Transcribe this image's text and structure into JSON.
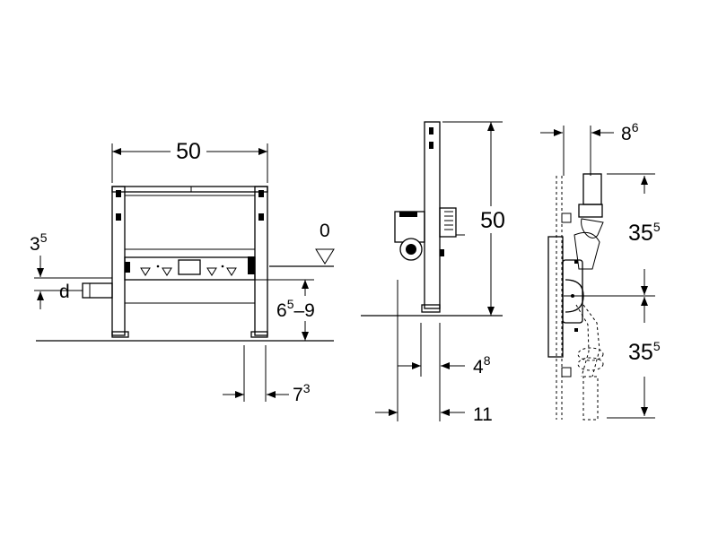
{
  "front_view": {
    "width_main": "50",
    "height_offset_main": "3",
    "height_offset_sup": "5",
    "diameter_label": "d",
    "range_main_a": "6",
    "range_sup_a": "5",
    "range_sep": "–",
    "range_main_b": "9",
    "depth_main": "7",
    "depth_sup": "3",
    "level_label": "0"
  },
  "side_view": {
    "height_main": "50",
    "depth_a_main": "4",
    "depth_a_sup": "8",
    "depth_b_main": "11"
  },
  "section_view": {
    "offset_main": "8",
    "offset_sup": "6",
    "upper_main": "35",
    "upper_sup": "5",
    "lower_main": "35",
    "lower_sup": "5"
  }
}
